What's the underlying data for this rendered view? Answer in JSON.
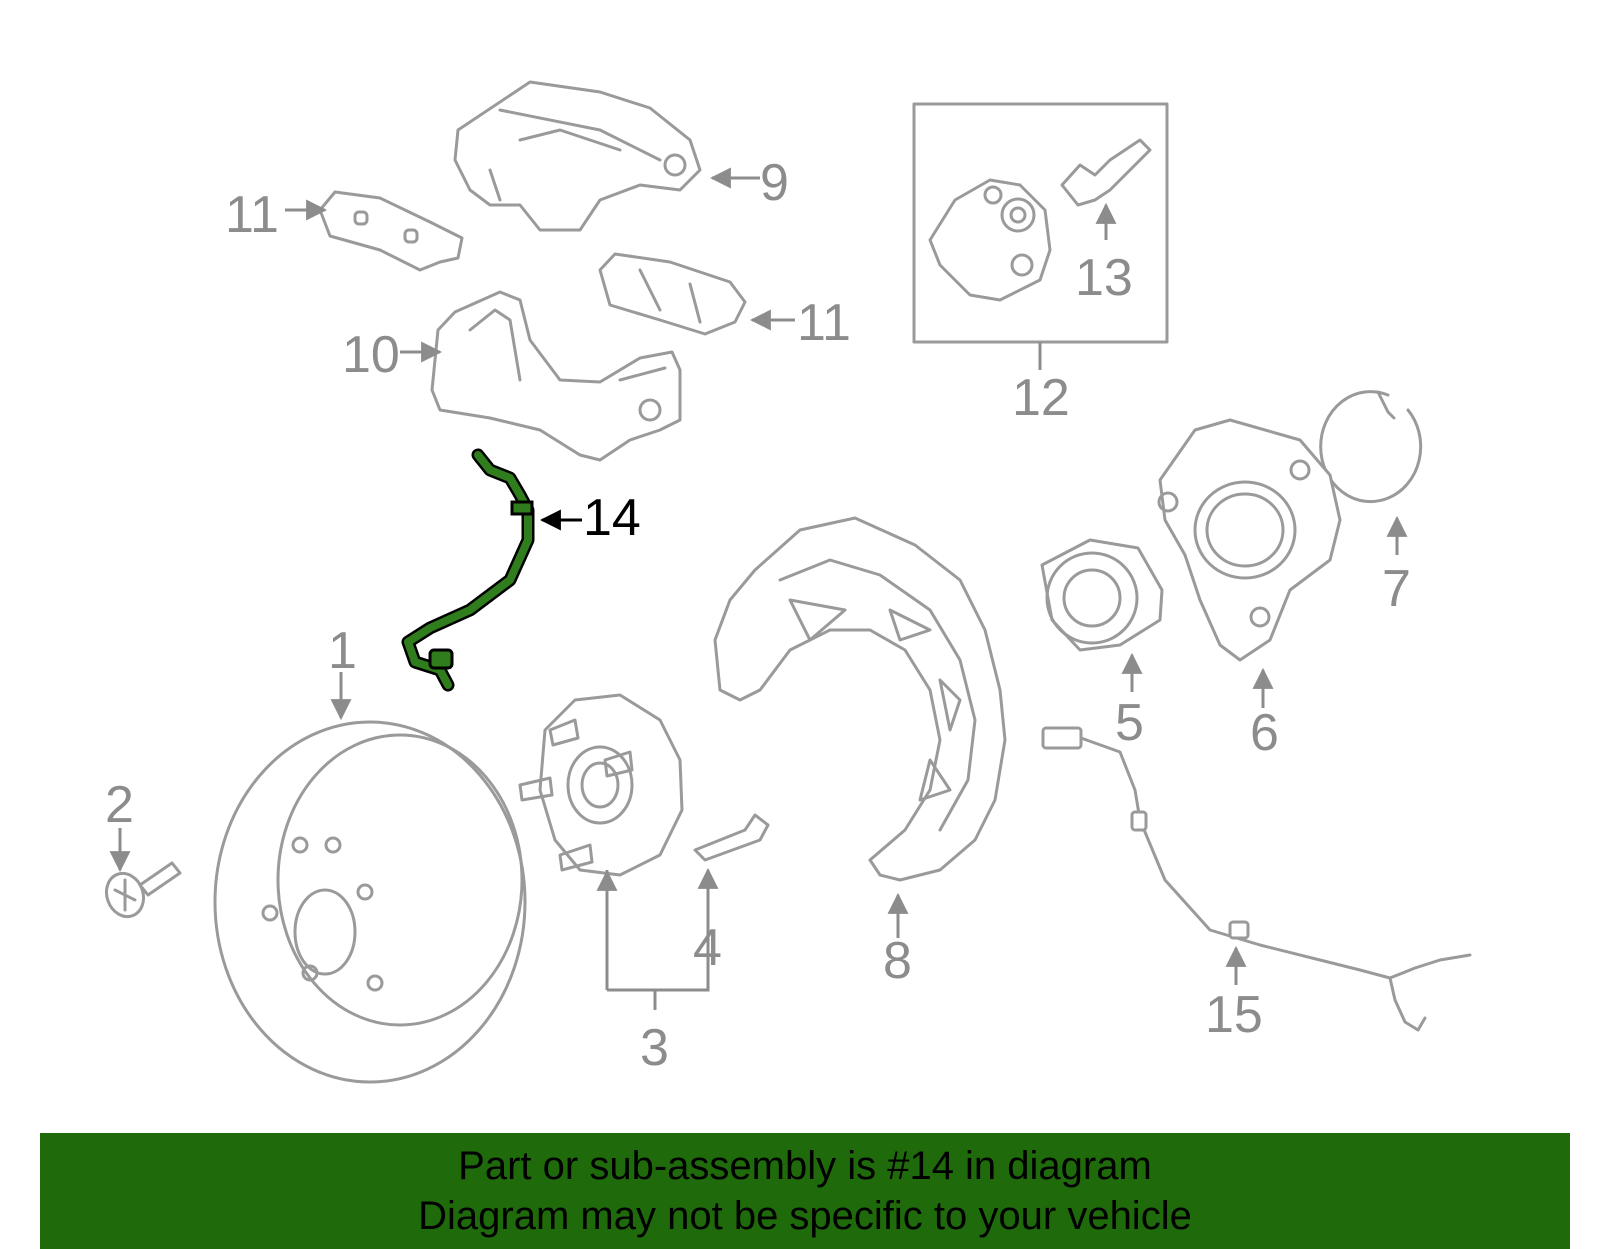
{
  "diagram": {
    "highlight_color": "#2f7d1c",
    "banner_color": "#1f6b0c",
    "highlighted_part": "14",
    "callouts": {
      "c1": "1",
      "c2": "2",
      "c3": "3",
      "c4": "4",
      "c5": "5",
      "c6": "6",
      "c7": "7",
      "c8": "8",
      "c9": "9",
      "c10": "10",
      "c11a": "11",
      "c11b": "11",
      "c12": "12",
      "c13": "13",
      "c14": "14",
      "c15": "15"
    }
  },
  "banner": {
    "line1": "Part or sub-assembly is #14 in diagram",
    "line2": "Diagram may not be specific to your vehicle"
  }
}
